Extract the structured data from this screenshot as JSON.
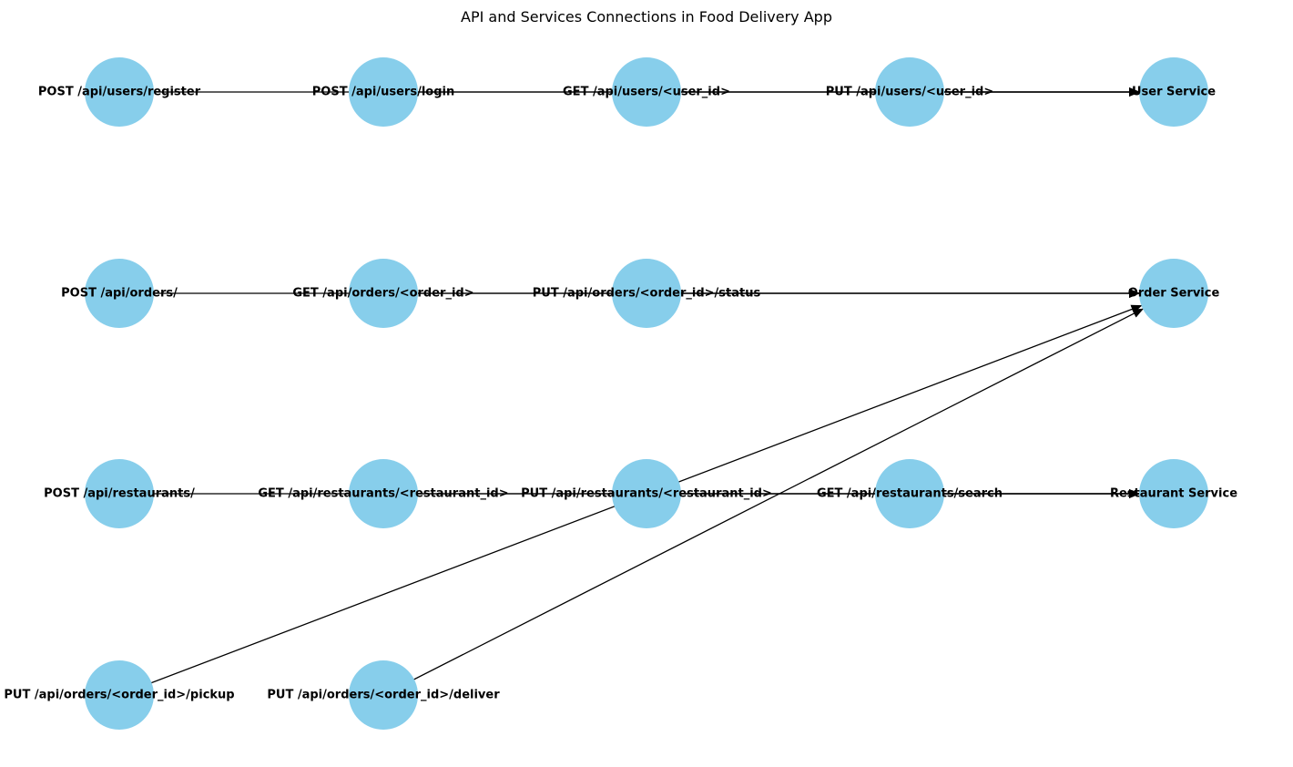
{
  "title": "API and Services Connections in Food Delivery App",
  "node_color": "#87ceeb",
  "edge_color": "#000000",
  "nodes": [
    {
      "id": "n1",
      "label": "POST /api/users/register"
    },
    {
      "id": "n2",
      "label": "POST /api/users/login"
    },
    {
      "id": "n3",
      "label": "GET /api/users/<user_id>"
    },
    {
      "id": "n4",
      "label": "PUT /api/users/<user_id>"
    },
    {
      "id": "n5",
      "label": "User Service"
    },
    {
      "id": "n6",
      "label": "POST /api/orders/"
    },
    {
      "id": "n7",
      "label": "GET /api/orders/<order_id>"
    },
    {
      "id": "n8",
      "label": "PUT /api/orders/<order_id>/status"
    },
    {
      "id": "n9",
      "label": "Order Service"
    },
    {
      "id": "n10",
      "label": "POST /api/restaurants/"
    },
    {
      "id": "n11",
      "label": "GET /api/restaurants/<restaurant_id>"
    },
    {
      "id": "n12",
      "label": "PUT /api/restaurants/<restaurant_id>"
    },
    {
      "id": "n13",
      "label": "GET /api/restaurants/search"
    },
    {
      "id": "n14",
      "label": "Restaurant Service"
    },
    {
      "id": "n15",
      "label": "PUT /api/orders/<order_id>/pickup"
    },
    {
      "id": "n16",
      "label": "PUT /api/orders/<order_id>/deliver"
    }
  ],
  "edges": [
    {
      "from": "n1",
      "to": "n5"
    },
    {
      "from": "n2",
      "to": "n5"
    },
    {
      "from": "n3",
      "to": "n5"
    },
    {
      "from": "n4",
      "to": "n5"
    },
    {
      "from": "n6",
      "to": "n9"
    },
    {
      "from": "n7",
      "to": "n9"
    },
    {
      "from": "n8",
      "to": "n9"
    },
    {
      "from": "n15",
      "to": "n9"
    },
    {
      "from": "n16",
      "to": "n9"
    },
    {
      "from": "n10",
      "to": "n14"
    },
    {
      "from": "n11",
      "to": "n14"
    },
    {
      "from": "n12",
      "to": "n14"
    },
    {
      "from": "n13",
      "to": "n14"
    }
  ]
}
